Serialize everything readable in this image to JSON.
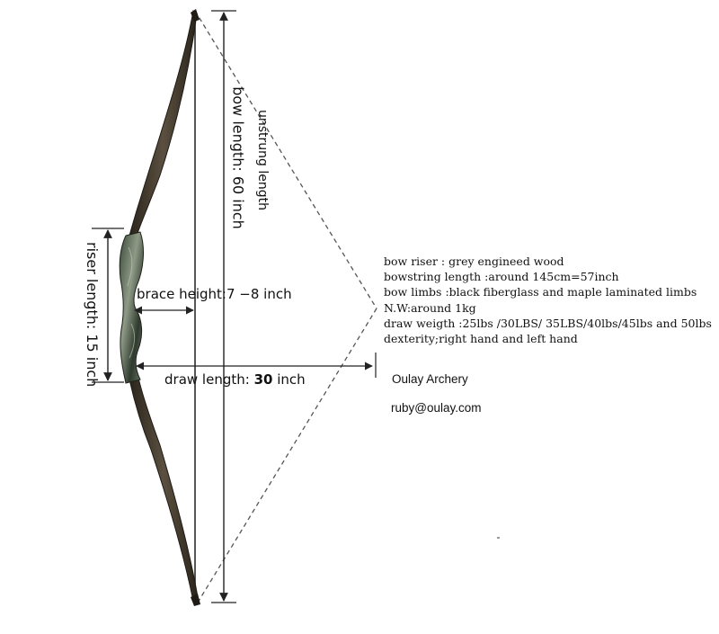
{
  "labels": {
    "unstrung_length": "unstrung length",
    "bow_length": "bow length: 60 inch",
    "riser_length": "riser length: 15 inch",
    "brace_height": "brace height:7 −8 inch",
    "draw_length_prefix": "draw length: ",
    "draw_length_value": "30",
    "draw_length_suffix": " inch"
  },
  "specs": [
    "bow riser : grey engineed wood",
    "bowstring length :around 145cm=57inch",
    "bow limbs :black  fiberglass and maple laminated limbs",
    "N.W:around 1kg",
    "draw weigth :25lbs /30LBS/ 35LBS/40lbs/45lbs  and 50lbs",
    "dexterity;right hand  and left hand"
  ],
  "brand": "Oulay Archery",
  "email": "ruby@oulay.com",
  "colors": {
    "limb": "#3a3226",
    "riser": "#4a5a48",
    "dimension_line": "#222222",
    "dashed_line": "#555555"
  }
}
